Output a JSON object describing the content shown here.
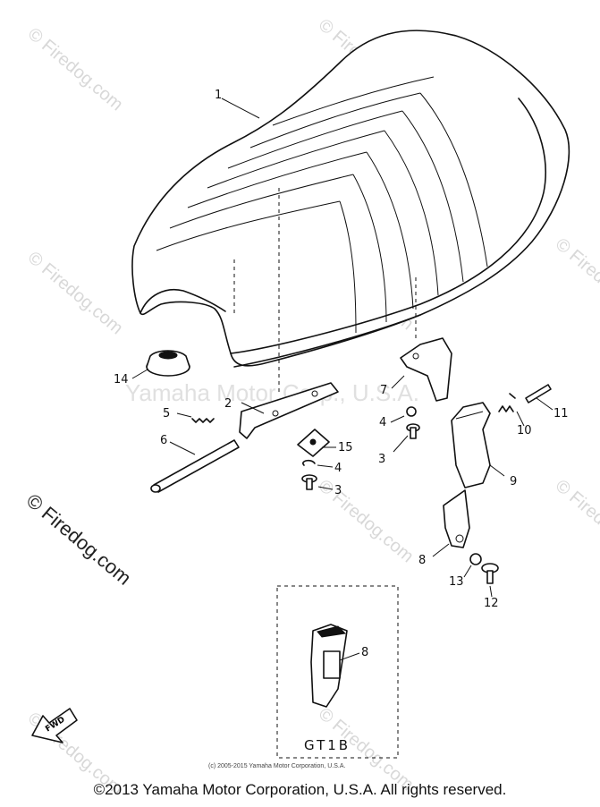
{
  "watermarks": {
    "brand": "© Firedog.com",
    "overlay": "Yamaha Motor Corp., U.S.A."
  },
  "callouts": {
    "seat": "1",
    "bracket": "2",
    "bolt_a": "3",
    "bolt_b": "3",
    "washer_a": "4",
    "washer_b": "4",
    "spring": "5",
    "shaft": "6",
    "rear_bracket": "7",
    "hook_bracket": "8",
    "hook_inset": "8",
    "latch": "9",
    "spring_clip": "10",
    "pin": "11",
    "bolt_c": "12",
    "washer_c": "13",
    "damper": "14",
    "plate": "15"
  },
  "inset": {
    "model": "GT1B"
  },
  "fwd_label": "FWD",
  "fine_print": "(c) 2005-2015 Yamaha Motor Corporation, U.S.A.",
  "copyright": "©2013 Yamaha Motor Corporation, U.S.A. All rights reserved."
}
